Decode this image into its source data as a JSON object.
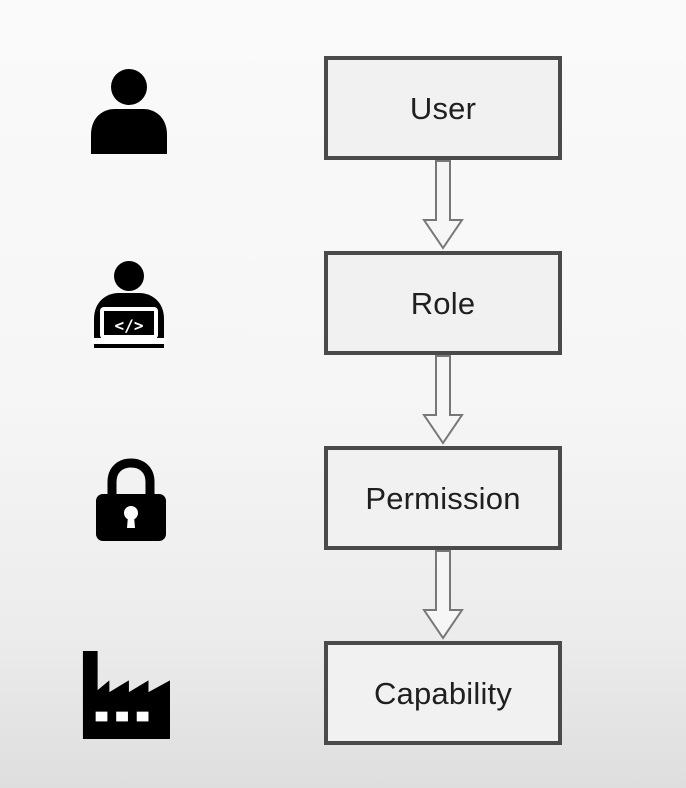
{
  "diagram": {
    "levels": [
      {
        "label": "User"
      },
      {
        "label": "Role"
      },
      {
        "label": "Permission"
      },
      {
        "label": "Capability"
      }
    ]
  }
}
